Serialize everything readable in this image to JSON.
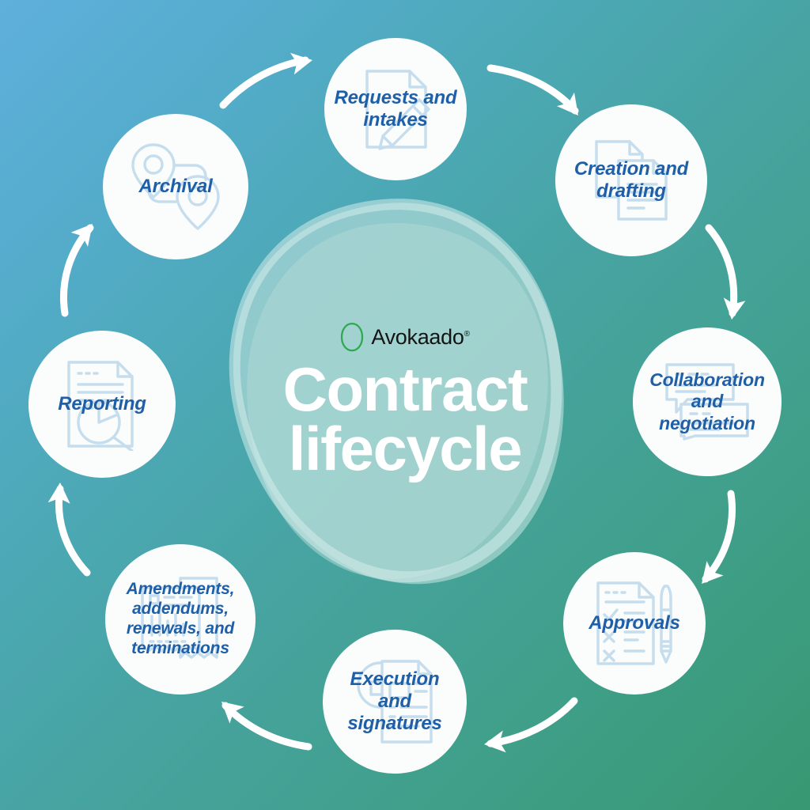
{
  "graphic": {
    "title_line1": "Contract",
    "title_line2": "lifecycle",
    "title_full": "Contract\nlifecycle",
    "brand": {
      "wordmark": "Avokaado",
      "registered_mark": "®",
      "logo_icon": "avocado-outline-icon",
      "logo_color": "#2FA84F"
    },
    "colors": {
      "background_start": "#5FB0DC",
      "background_end": "#389872",
      "node_fill": "#FBFDFD",
      "node_label": "#1F5FA8",
      "node_icon": "#C3DCEC",
      "arrow": "#FFFFFF",
      "title": "#FFFFFF",
      "blob": "#BFE0DE"
    }
  },
  "cycle": {
    "direction": "clockwise",
    "step_count": 8,
    "steps": [
      {
        "index": 1,
        "label": "Requests and\nintakes",
        "label_plain": "Requests and intakes",
        "icon": "document-with-pen-icon",
        "position": "top"
      },
      {
        "index": 2,
        "label": "Creation and\ndrafting",
        "label_plain": "Creation and drafting",
        "icon": "stacked-documents-icon",
        "position": "top-right"
      },
      {
        "index": 3,
        "label": "Collaboration\nand\nnegotiation",
        "label_plain": "Collaboration and negotiation",
        "icon": "speech-bubbles-icon",
        "position": "right"
      },
      {
        "index": 4,
        "label": "Approvals",
        "label_plain": "Approvals",
        "icon": "checklist-with-pen-icon",
        "position": "bottom-right"
      },
      {
        "index": 5,
        "label": "Execution\nand\nsignatures",
        "label_plain": "Execution and signatures",
        "icon": "signed-document-stamp-icon",
        "position": "bottom"
      },
      {
        "index": 6,
        "label": "Amendments,\naddendums,\nrenewals, and\nterminations",
        "label_plain": "Amendments, addendums, renewals, and terminations",
        "icon": "contract-documents-icon",
        "position": "bottom-left"
      },
      {
        "index": 7,
        "label": "Reporting",
        "label_plain": "Reporting",
        "icon": "document-magnifier-chart-icon",
        "position": "left"
      },
      {
        "index": 8,
        "label": "Archival",
        "label_plain": "Archival",
        "icon": "map-pins-path-icon",
        "position": "top-left"
      }
    ],
    "arrows": [
      {
        "from": "Archival",
        "to": "Requests and intakes"
      },
      {
        "from": "Requests and intakes",
        "to": "Creation and drafting"
      },
      {
        "from": "Creation and drafting",
        "to": "Collaboration and negotiation"
      },
      {
        "from": "Collaboration and negotiation",
        "to": "Approvals"
      },
      {
        "from": "Approvals",
        "to": "Execution and signatures"
      },
      {
        "from": "Execution and signatures",
        "to": "Amendments, addendums, renewals, and terminations"
      },
      {
        "from": "Amendments, addendums, renewals, and terminations",
        "to": "Reporting"
      },
      {
        "from": "Reporting",
        "to": "Archival"
      }
    ]
  }
}
